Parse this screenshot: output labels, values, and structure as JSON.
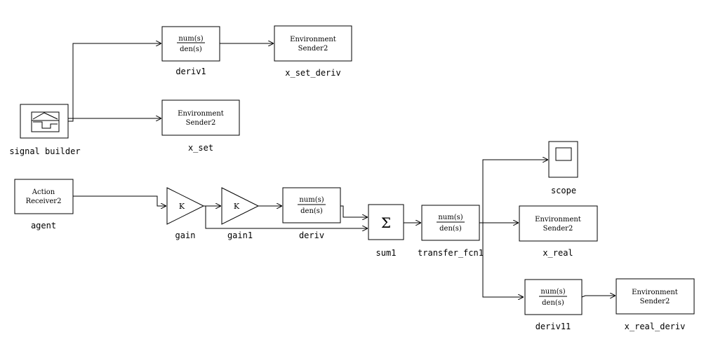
{
  "tf_text": {
    "num": "num(s)",
    "den": "den(s)"
  },
  "gain_symbol": "K",
  "sum_symbol": "Σ",
  "blocks": {
    "signal_builder": {
      "label": "signal builder"
    },
    "agent": {
      "label": "agent",
      "inner": [
        "Action",
        "Receiver2"
      ]
    },
    "deriv1": {
      "label": "deriv1"
    },
    "x_set_deriv": {
      "label": "x_set_deriv",
      "inner": [
        "Environment",
        "Sender2"
      ]
    },
    "x_set": {
      "label": "x_set",
      "inner": [
        "Environment",
        "Sender2"
      ]
    },
    "gain": {
      "label": "gain"
    },
    "gain1": {
      "label": "gain1"
    },
    "deriv": {
      "label": "deriv"
    },
    "sum1": {
      "label": "sum1"
    },
    "transfer_fcn1": {
      "label": "transfer_fcn1"
    },
    "scope": {
      "label": "scope"
    },
    "x_real": {
      "label": "x_real",
      "inner": [
        "Environment",
        "Sender2"
      ]
    },
    "deriv11": {
      "label": "deriv11"
    },
    "x_real_deriv": {
      "label": "x_real_deriv",
      "inner": [
        "Environment",
        "Sender2"
      ]
    }
  }
}
